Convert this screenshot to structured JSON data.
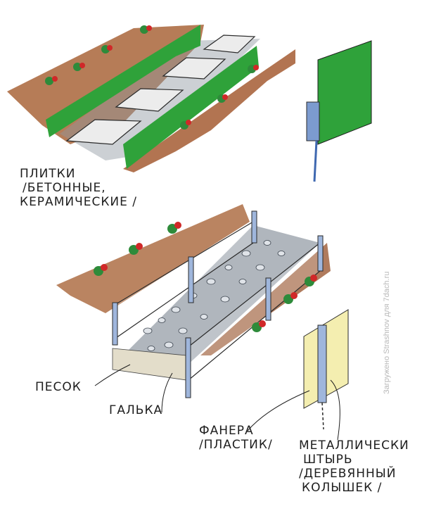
{
  "labels": {
    "tiles_line1": "ПЛИТКИ",
    "tiles_line2": "/БЕТОННЫЕ,",
    "tiles_line3": "КЕРАМИЧЕСКИЕ /",
    "sand": "ПЕСОК",
    "pebbles": "ГАЛЬКА",
    "plywood_line1": "ФАНЕРА",
    "plywood_line2": "/ПЛАСТИК/",
    "metal_line1": "МЕТАЛЛИЧЕСКИ",
    "metal_line2": "ШТЫРЬ",
    "metal_line3": "/ДЕРЕВЯННЫЙ",
    "metal_line4": "КОЛЫШЕК /"
  },
  "watermark": "Загружено Strashnov для 7dach.ru",
  "colors": {
    "soil": "#9c5a34",
    "border_green": "#2fa23a",
    "tile": "#ececec",
    "gravel": "#6f7a86",
    "post_blue": "#7c9bcf",
    "plywood_yellow": "#f4eeb0",
    "flower_red": "#d02828",
    "leaf_green": "#2e8b3a"
  }
}
